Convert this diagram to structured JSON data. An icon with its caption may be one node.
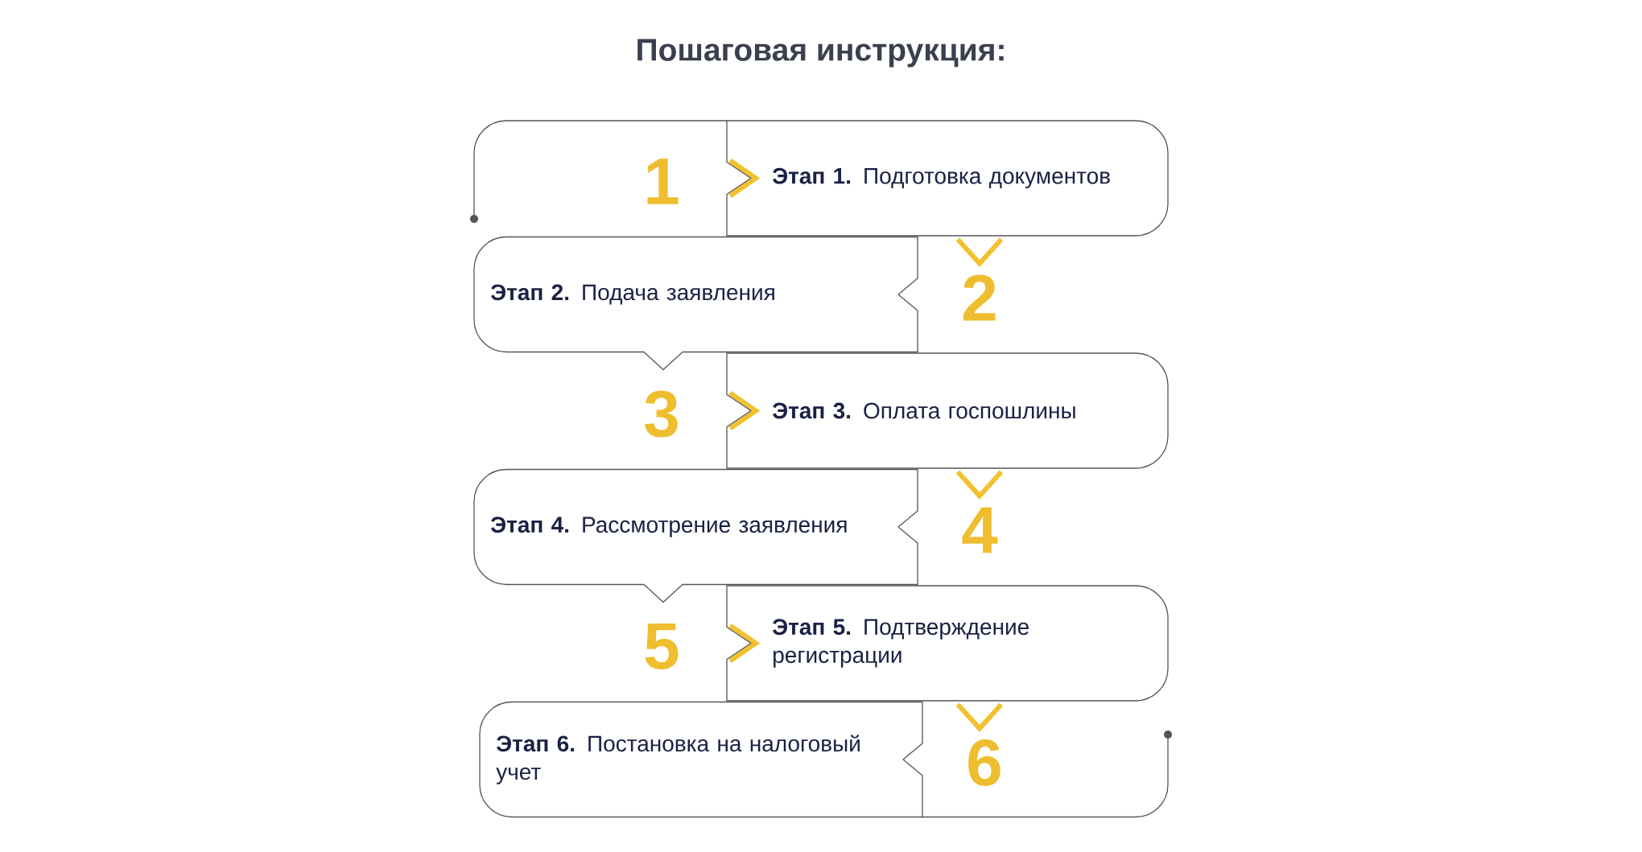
{
  "diagram": {
    "title": "Пошаговая инструкция:",
    "nodes": [
      {
        "text": [
          "**Этап 1.** Подготовка документов"
        ]
      },
      {
        "text": [
          "**Этап 2.** Подача заявления"
        ]
      },
      {
        "text": [
          "**Этап 3.** Оплата госпошлины"
        ]
      },
      {
        "text": [
          "**Этап 4.** Рассмотрение заявления"
        ]
      },
      {
        "text": [
          "**Этап 5.** Подтверждение регистрации"
        ]
      },
      {
        "text": [
          "**Этап 6.** Постановка на налоговый учет"
        ]
      }
    ],
    "labels": [
      "1",
      "2",
      "3",
      "4",
      "5",
      "6"
    ]
  }
}
